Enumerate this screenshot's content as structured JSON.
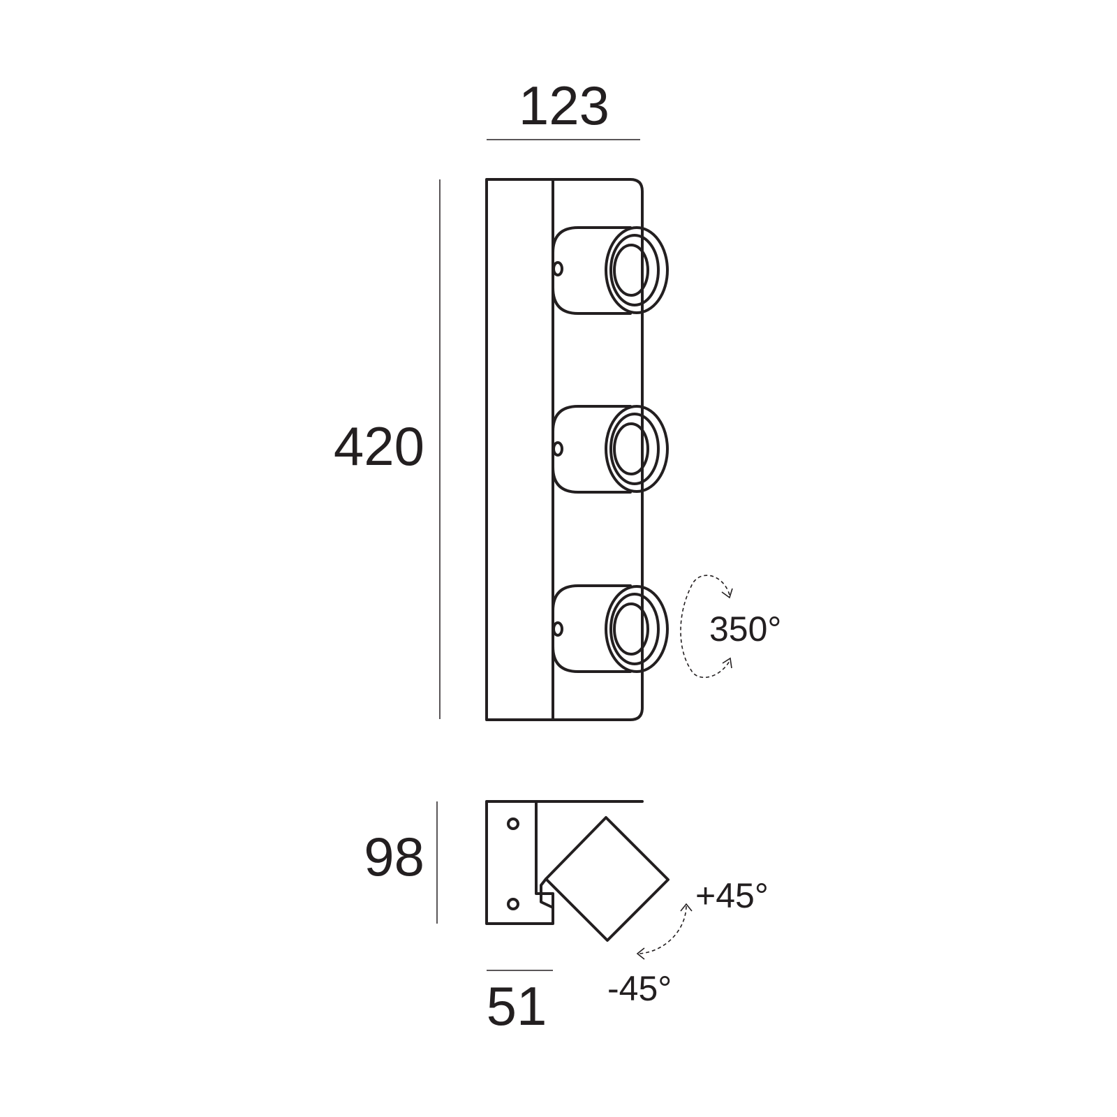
{
  "dimensions": {
    "width": "123",
    "height": "420",
    "depth": "98",
    "bracket_depth": "51"
  },
  "angles": {
    "rotation": "350°",
    "tilt_up": "+45°",
    "tilt_down": "-45°"
  },
  "colors": {
    "line": "#231f20",
    "background": "#ffffff"
  }
}
